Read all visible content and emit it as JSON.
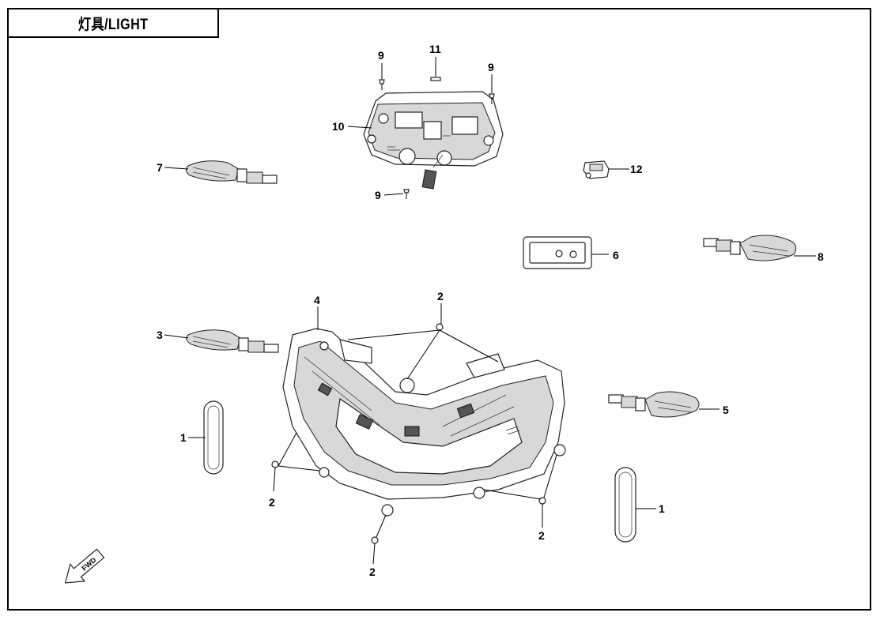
{
  "title": "灯具/LIGHT",
  "callouts": {
    "c1a": "1",
    "c1b": "1",
    "c2a": "2",
    "c2b": "2",
    "c2c": "2",
    "c2d": "2",
    "c3": "3",
    "c4": "4",
    "c5": "5",
    "c6": "6",
    "c7": "7",
    "c8": "8",
    "c9a": "9",
    "c9b": "9",
    "c9c": "9",
    "c10": "10",
    "c11": "11",
    "c12": "12"
  },
  "fwd_label": "FWD"
}
